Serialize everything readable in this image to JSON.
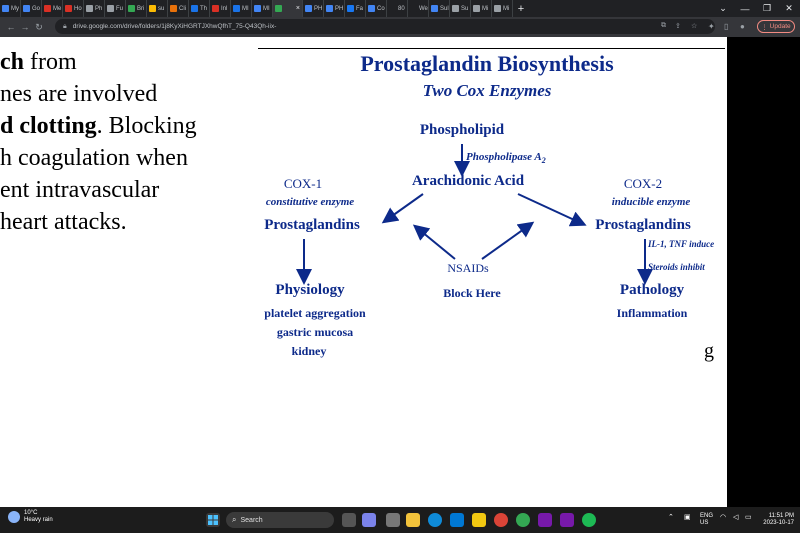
{
  "browser": {
    "tabs": [
      {
        "label": "My",
        "color": "#4285f4"
      },
      {
        "label": "Go",
        "color": "#4285f4"
      },
      {
        "label": "Me",
        "color": "#d93025"
      },
      {
        "label": "Ho",
        "color": "#d93025"
      },
      {
        "label": "Ph",
        "color": "#9aa0a6"
      },
      {
        "label": "Fu",
        "color": "#9aa0a6"
      },
      {
        "label": "Bri",
        "color": "#34a853"
      },
      {
        "label": "su",
        "color": "#fbbc04"
      },
      {
        "label": "Cli",
        "color": "#e8710a"
      },
      {
        "label": "Th",
        "color": "#1a73e8"
      },
      {
        "label": "Inl",
        "color": "#d93025"
      },
      {
        "label": "MI",
        "color": "#1a73e8"
      },
      {
        "label": "MI",
        "color": "#4285f4"
      }
    ],
    "active_tab": {
      "label": "",
      "color": "#34a853",
      "close": "×"
    },
    "tabs_after": [
      {
        "label": "PH",
        "color": "#4285f4"
      },
      {
        "label": "PH",
        "color": "#4285f4"
      },
      {
        "label": "Fa",
        "color": "#1877f2"
      },
      {
        "label": "Co",
        "color": "#4285f4"
      },
      {
        "label": "80",
        "color": "#202124"
      },
      {
        "label": "We",
        "color": "#202124"
      },
      {
        "label": "Sul",
        "color": "#4285f4"
      },
      {
        "label": "Su",
        "color": "#9aa0a6"
      },
      {
        "label": "Mi",
        "color": "#9aa0a6"
      },
      {
        "label": "Mi",
        "color": "#9aa0a6"
      }
    ],
    "new_tab": "+",
    "url": "drive.google.com/drive/folders/1j8KyXiHGRTJXhwQfhT_75-Q43Qh-iix-",
    "update_label": "Update"
  },
  "slide": {
    "body_lines": [
      {
        "pre": "",
        "bold": "ch",
        "post": " from"
      },
      {
        "pre": "nes are involved",
        "bold": "",
        "post": ""
      },
      {
        "pre": "",
        "bold": "d clotting",
        "post": ". Blocking"
      },
      {
        "pre": "h coagulation when",
        "bold": "",
        "post": ""
      },
      {
        "pre": "ent intravascular",
        "bold": "",
        "post": ""
      },
      {
        "pre": " heart attacks.",
        "bold": "",
        "post": ""
      }
    ],
    "trailing_char": "g"
  },
  "figure": {
    "title": "Prostaglandin Biosynthesis",
    "subtitle": "Two Cox Enzymes",
    "phospholipid": "Phospholipid",
    "phospholipase": "Phospholipase A",
    "phospholipase_sub": "2",
    "arachidonic": "Arachidonic Acid",
    "cox1": "COX-1",
    "cox1_desc": "constitutive enzyme",
    "cox2": "COX-2",
    "cox2_desc": "inducible enzyme",
    "prostaglandins_left": "Prostaglandins",
    "prostaglandins_right": "Prostaglandins",
    "nsaids": "NSAIDs",
    "block_here": "Block Here",
    "il1": "IL-1, TNF induce",
    "steroids": "Steroids inhibit",
    "physiology": "Physiology",
    "physiology_items": [
      "platelet aggregation",
      "gastric mucosa",
      "kidney"
    ],
    "pathology": "Pathology",
    "inflammation": "Inflammation",
    "color": "#0d2a8a"
  },
  "taskbar": {
    "temp": "10°C",
    "weather": "Heavy rain",
    "search_label": "Search",
    "lang": "ENG",
    "region": "US",
    "time": "11:51 PM",
    "date": "2023-10-17"
  }
}
